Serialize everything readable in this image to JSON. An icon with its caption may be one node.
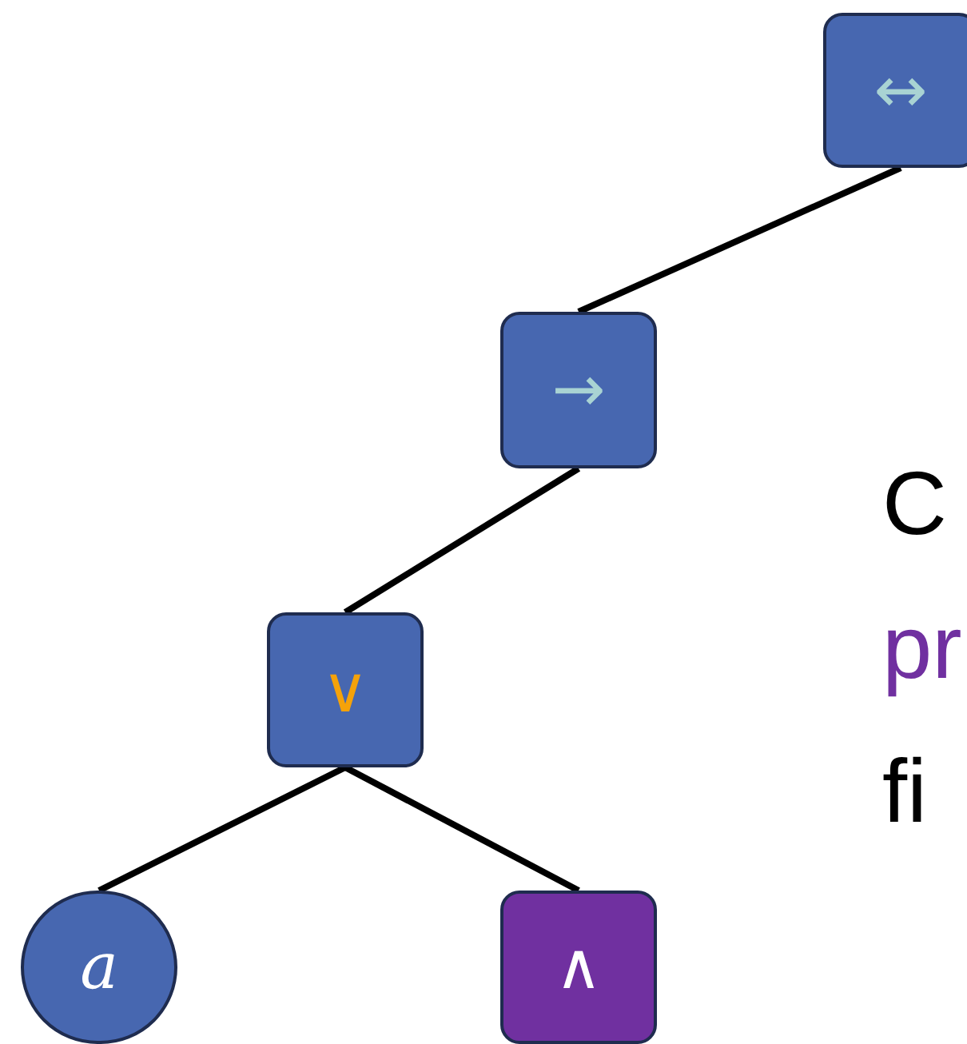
{
  "diagram": {
    "nodes": [
      {
        "text": [
          "↔"
        ]
      },
      {
        "text": [
          "→"
        ]
      },
      {
        "text": [
          "∨"
        ]
      },
      {
        "text": [
          "a"
        ]
      },
      {
        "text": [
          "∧"
        ]
      }
    ],
    "edges": [
      {
        "from": 0,
        "to": 1,
        "arrow": "none"
      },
      {
        "from": 1,
        "to": 2,
        "arrow": "none"
      },
      {
        "from": 2,
        "to": 3,
        "arrow": "none"
      },
      {
        "from": 2,
        "to": 4,
        "arrow": "none"
      }
    ],
    "labels": [
      "C",
      "pr",
      "fi"
    ]
  }
}
